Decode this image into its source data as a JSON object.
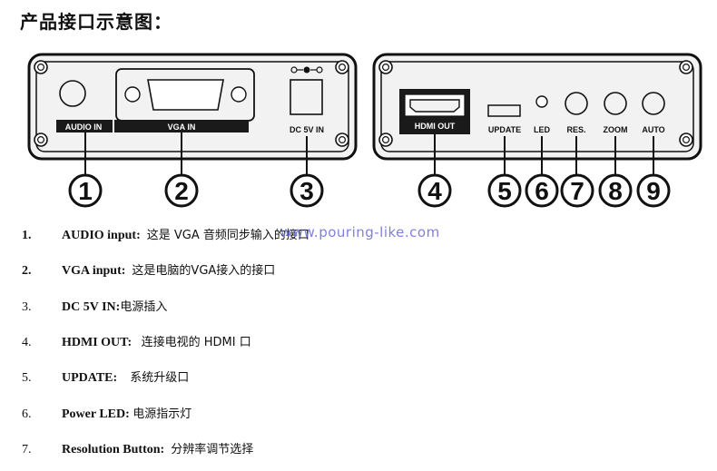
{
  "page_title": "产品接口示意图：",
  "left_panel": {
    "labels": {
      "audio": "AUDIO IN",
      "vga": "VGA IN",
      "dc": "DC 5V IN"
    }
  },
  "right_panel": {
    "labels": {
      "hdmi": "HDMI OUT",
      "update": "UPDATE",
      "led": "LED",
      "res": "RES.",
      "zoom": "ZOOM",
      "auto": "AUTO"
    }
  },
  "callouts": [
    "1",
    "2",
    "3",
    "4",
    "5",
    "6",
    "7",
    "8",
    "9"
  ],
  "watermark": "www.pouring-like.com",
  "items": [
    {
      "num": "1.",
      "title": "AUDIO input:",
      "desc": "这是 VGA 音频同步输入的接口"
    },
    {
      "num": "2.",
      "title": "VGA input:",
      "desc": "这是电脑的VGA接入的接口"
    },
    {
      "num": "3.",
      "title": "DC 5V IN:",
      "desc": "电源插入"
    },
    {
      "num": "4.",
      "title": "HDMI OUT:",
      "desc": "连接电视的 HDMI 口"
    },
    {
      "num": "5.",
      "title": "UPDATE:",
      "desc": "系统升级口"
    },
    {
      "num": "6.",
      "title": "Power LED:",
      "desc": "电源指示灯"
    },
    {
      "num": "7.",
      "title": "Resolution Button:",
      "desc": "分辨率调节选择"
    }
  ],
  "colors": {
    "panel": "#f2f2f2",
    "stroke": "#111111",
    "label_bar": "#1a1a1a",
    "label_text": "#ffffff",
    "watermark": "#6b6bd6"
  }
}
